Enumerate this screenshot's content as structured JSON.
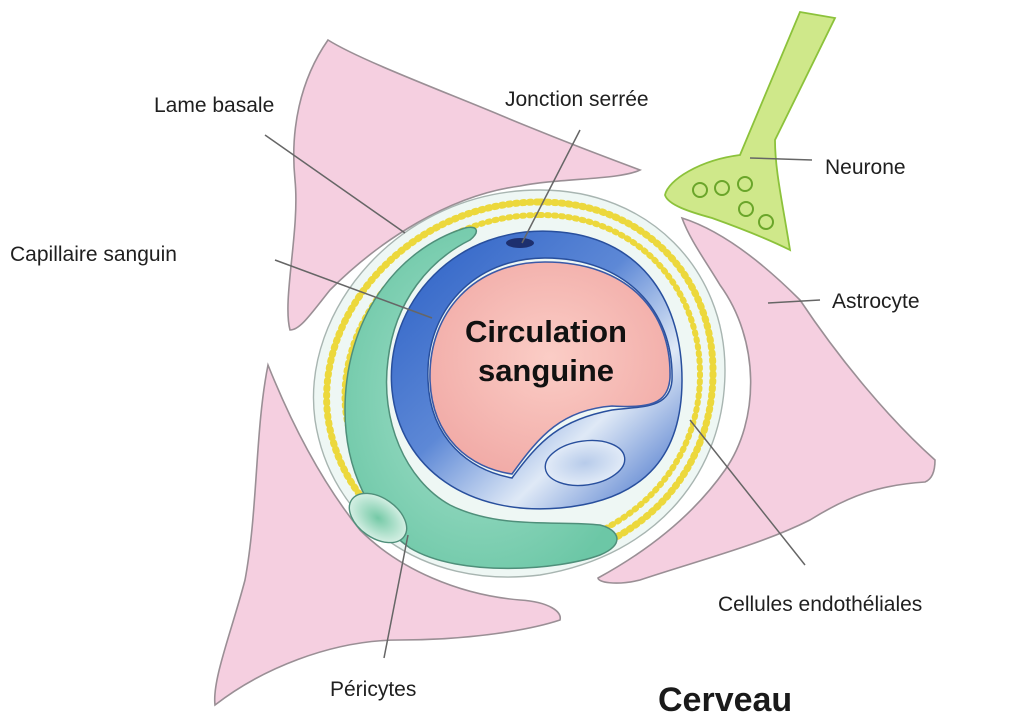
{
  "diagram": {
    "labels": {
      "lame_basale": "Lame basale",
      "jonction_serree": "Jonction serrée",
      "neurone": "Neurone",
      "capillaire_sanguin": "Capillaire sanguin",
      "astrocyte": "Astrocyte",
      "cellules_endotheliales": "Cellules endothéliales",
      "pericytes": "Péricytes"
    },
    "center": {
      "line1": "Circulation",
      "line2": "sanguine"
    },
    "footer": "Cerveau"
  },
  "colors": {
    "astrocyte": "#f5cfe0",
    "astrocyte_outline": "#9a8f95",
    "basal_lamina_dots": "#ecd83c",
    "pericyte": "#7fd0b4",
    "endothelium_dark": "#2d63c8",
    "endothelium_light": "#e6eef8",
    "lumen": "#f5b5b0",
    "neuron": "#cfe88a",
    "neuron_dark": "#8cc23b",
    "tight_junction": "#1d2f6e"
  }
}
